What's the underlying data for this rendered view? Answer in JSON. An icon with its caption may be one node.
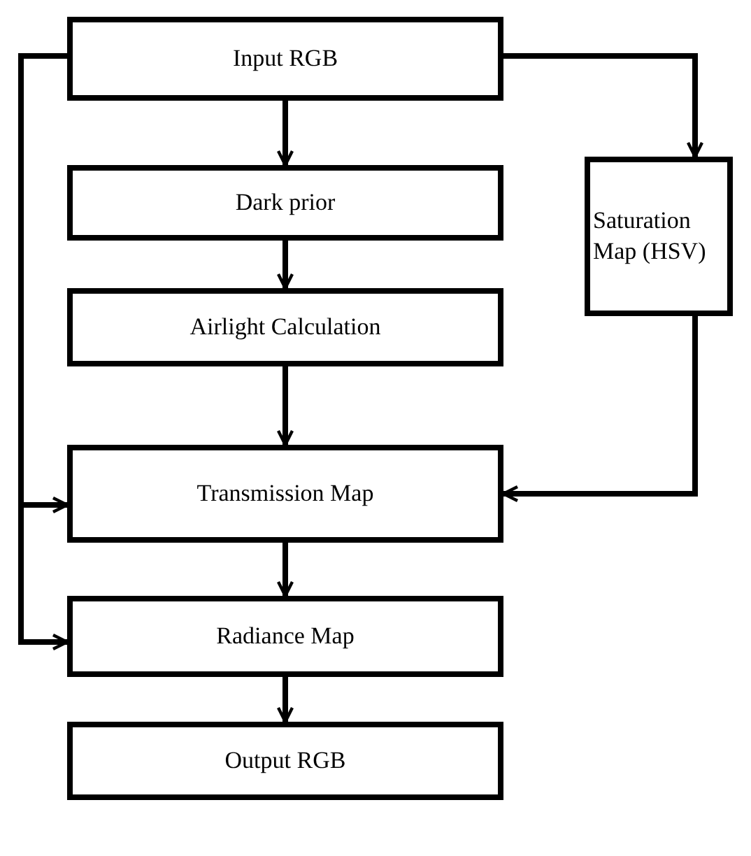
{
  "diagram": {
    "nodes": [
      {
        "text": [
          "Input RGB"
        ]
      },
      {
        "text": [
          "Dark prior"
        ]
      },
      {
        "text": [
          "Airlight Calculation"
        ]
      },
      {
        "text": [
          "Transmission Map"
        ]
      },
      {
        "text": [
          "Radiance Map"
        ]
      },
      {
        "text": [
          "Output RGB"
        ]
      },
      {
        "text": [
          "Saturation Map (HSV)"
        ]
      }
    ],
    "edges": [
      {
        "from": 0,
        "to": 1,
        "arrow": "to"
      },
      {
        "from": 1,
        "to": 2,
        "arrow": "to"
      },
      {
        "from": 2,
        "to": 3,
        "arrow": "to"
      },
      {
        "from": 3,
        "to": 4,
        "arrow": "to"
      },
      {
        "from": 4,
        "to": 5,
        "arrow": "to"
      },
      {
        "from": 0,
        "to": 6,
        "arrow": "to"
      },
      {
        "from": 6,
        "to": 3,
        "arrow": "to"
      },
      {
        "from": 0,
        "to": 3,
        "arrow": "to"
      },
      {
        "from": 0,
        "to": 4,
        "arrow": "to"
      }
    ]
  }
}
